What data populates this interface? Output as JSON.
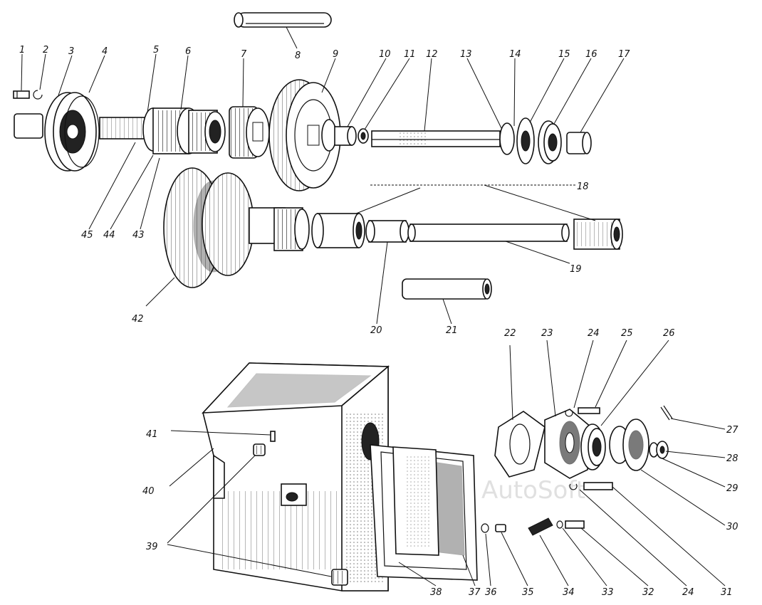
{
  "watermark": "AutoSoft",
  "callouts": [
    "1",
    "2",
    "3",
    "4",
    "5",
    "6",
    "7",
    "8",
    "9",
    "10",
    "11",
    "12",
    "13",
    "14",
    "15",
    "16",
    "17",
    "18",
    "19",
    "20",
    "21",
    "22",
    "23",
    "24",
    "25",
    "26",
    "27",
    "28",
    "29",
    "30",
    "31",
    "32",
    "33",
    "34",
    "35",
    "36",
    "37",
    "38",
    "39",
    "40",
    "41",
    "42",
    "43",
    "44",
    "45"
  ],
  "callout_24_bottom": "24"
}
